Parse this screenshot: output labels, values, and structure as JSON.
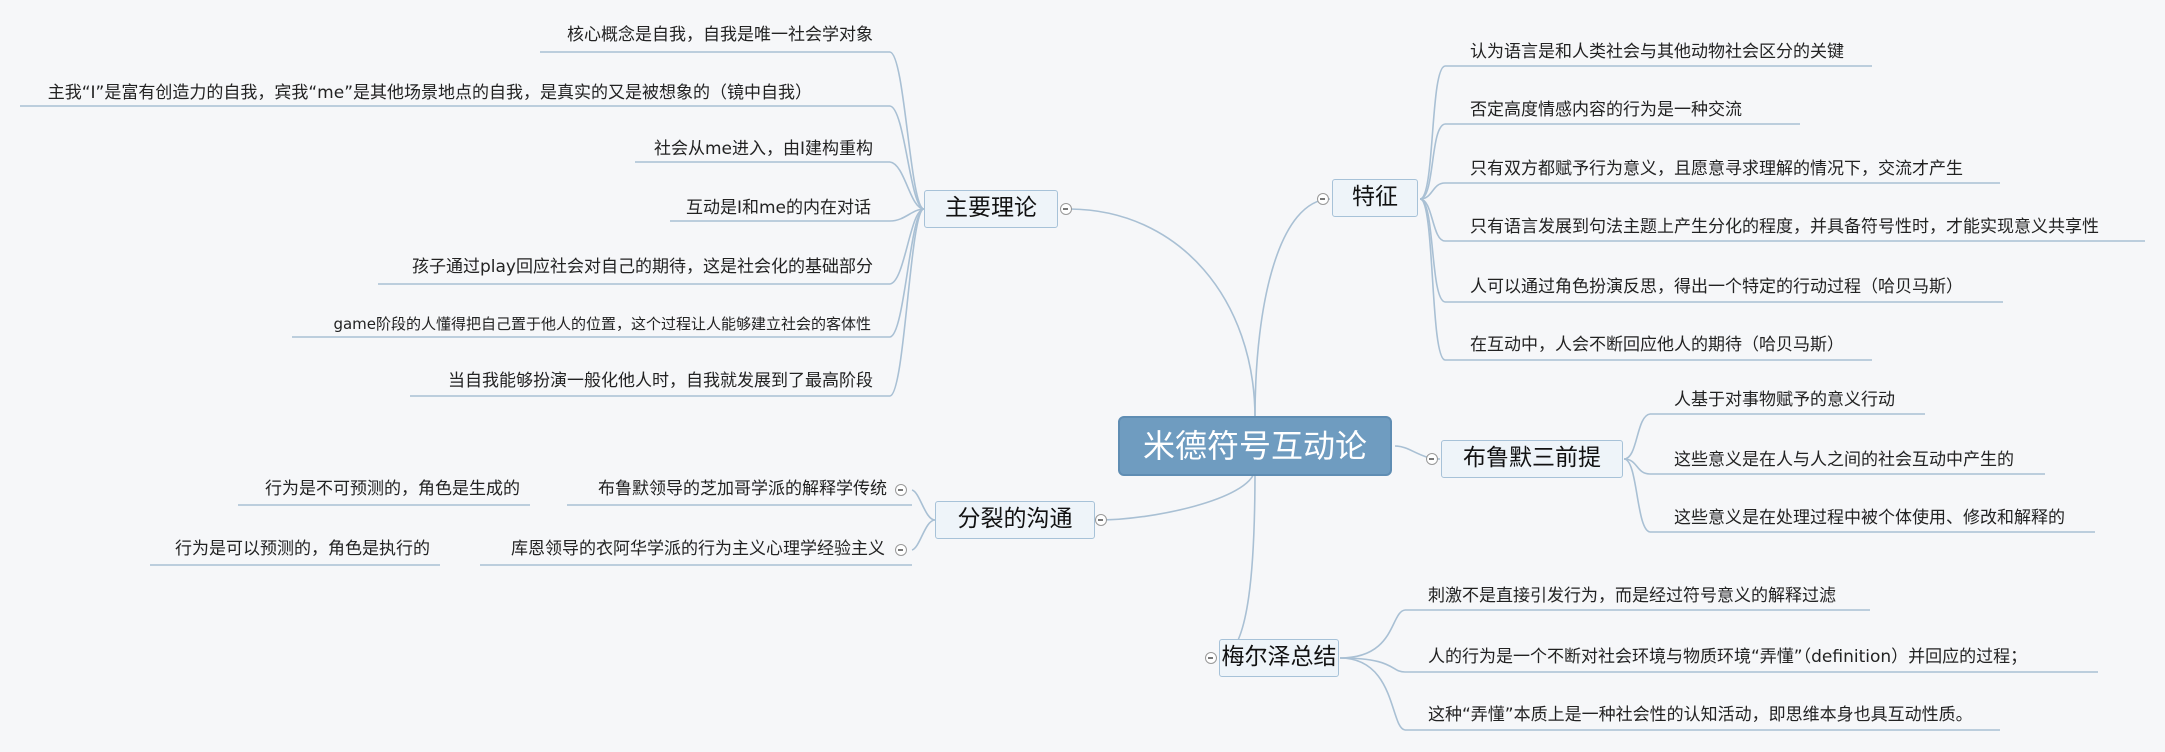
{
  "root": "米德符号互动论",
  "branches": {
    "main_theory": {
      "title": "主要理论",
      "items": [
        "核心概念是自我，自我是唯一社会学对象",
        "主我“I”是富有创造力的自我，宾我“me”是其他场景地点的自我，是真实的又是被想象的（镜中自我）",
        "社会从me进入，由I建构重构",
        "互动是I和me的内在对话",
        "孩子通过play回应社会对自己的期待，这是社会化的基础部分",
        "game阶段的人懂得把自己置于他人的位置，这个过程让人能够建立社会的客体性",
        "当自我能够扮演一般化他人时，自我就发展到了最高阶段"
      ]
    },
    "split": {
      "title": "分裂的沟通",
      "items": [
        {
          "label": "布鲁默领导的芝加哥学派的解释学传统",
          "child": "行为是不可预测的，角色是生成的"
        },
        {
          "label": "库恩领导的衣阿华学派的行为主义心理学经验主义",
          "child": "行为是可以预测的，角色是执行的"
        }
      ]
    },
    "features": {
      "title": "特征",
      "items": [
        "认为语言是和人类社会与其他动物社会区分的关键",
        "否定高度情感内容的行为是一种交流",
        "只有双方都赋予行为意义，且愿意寻求理解的情况下，交流才产生",
        "只有语言发展到句法主题上产生分化的程度，并具备符号性时，才能实现意义共享性",
        "人可以通过角色扮演反思，得出一个特定的行动过程（哈贝马斯）",
        "在互动中，人会不断回应他人的期待（哈贝马斯）"
      ]
    },
    "blumer": {
      "title": "布鲁默三前提",
      "items": [
        "人基于对事物赋予的意义行动",
        "这些意义是在人与人之间的社会互动中产生的",
        "这些意义是在处理过程中被个体使用、修改和解释的"
      ]
    },
    "meltzer": {
      "title": "梅尔泽总结",
      "items": [
        "刺激不是直接引发行为，而是经过符号意义的解释过滤",
        "人的行为是一个不断对社会环境与物质环境“弄懂”（definition）并回应的过程；",
        "这种“弄懂”本质上是一种社会性的认知活动，即思维本身也具互动性质。"
      ]
    }
  }
}
